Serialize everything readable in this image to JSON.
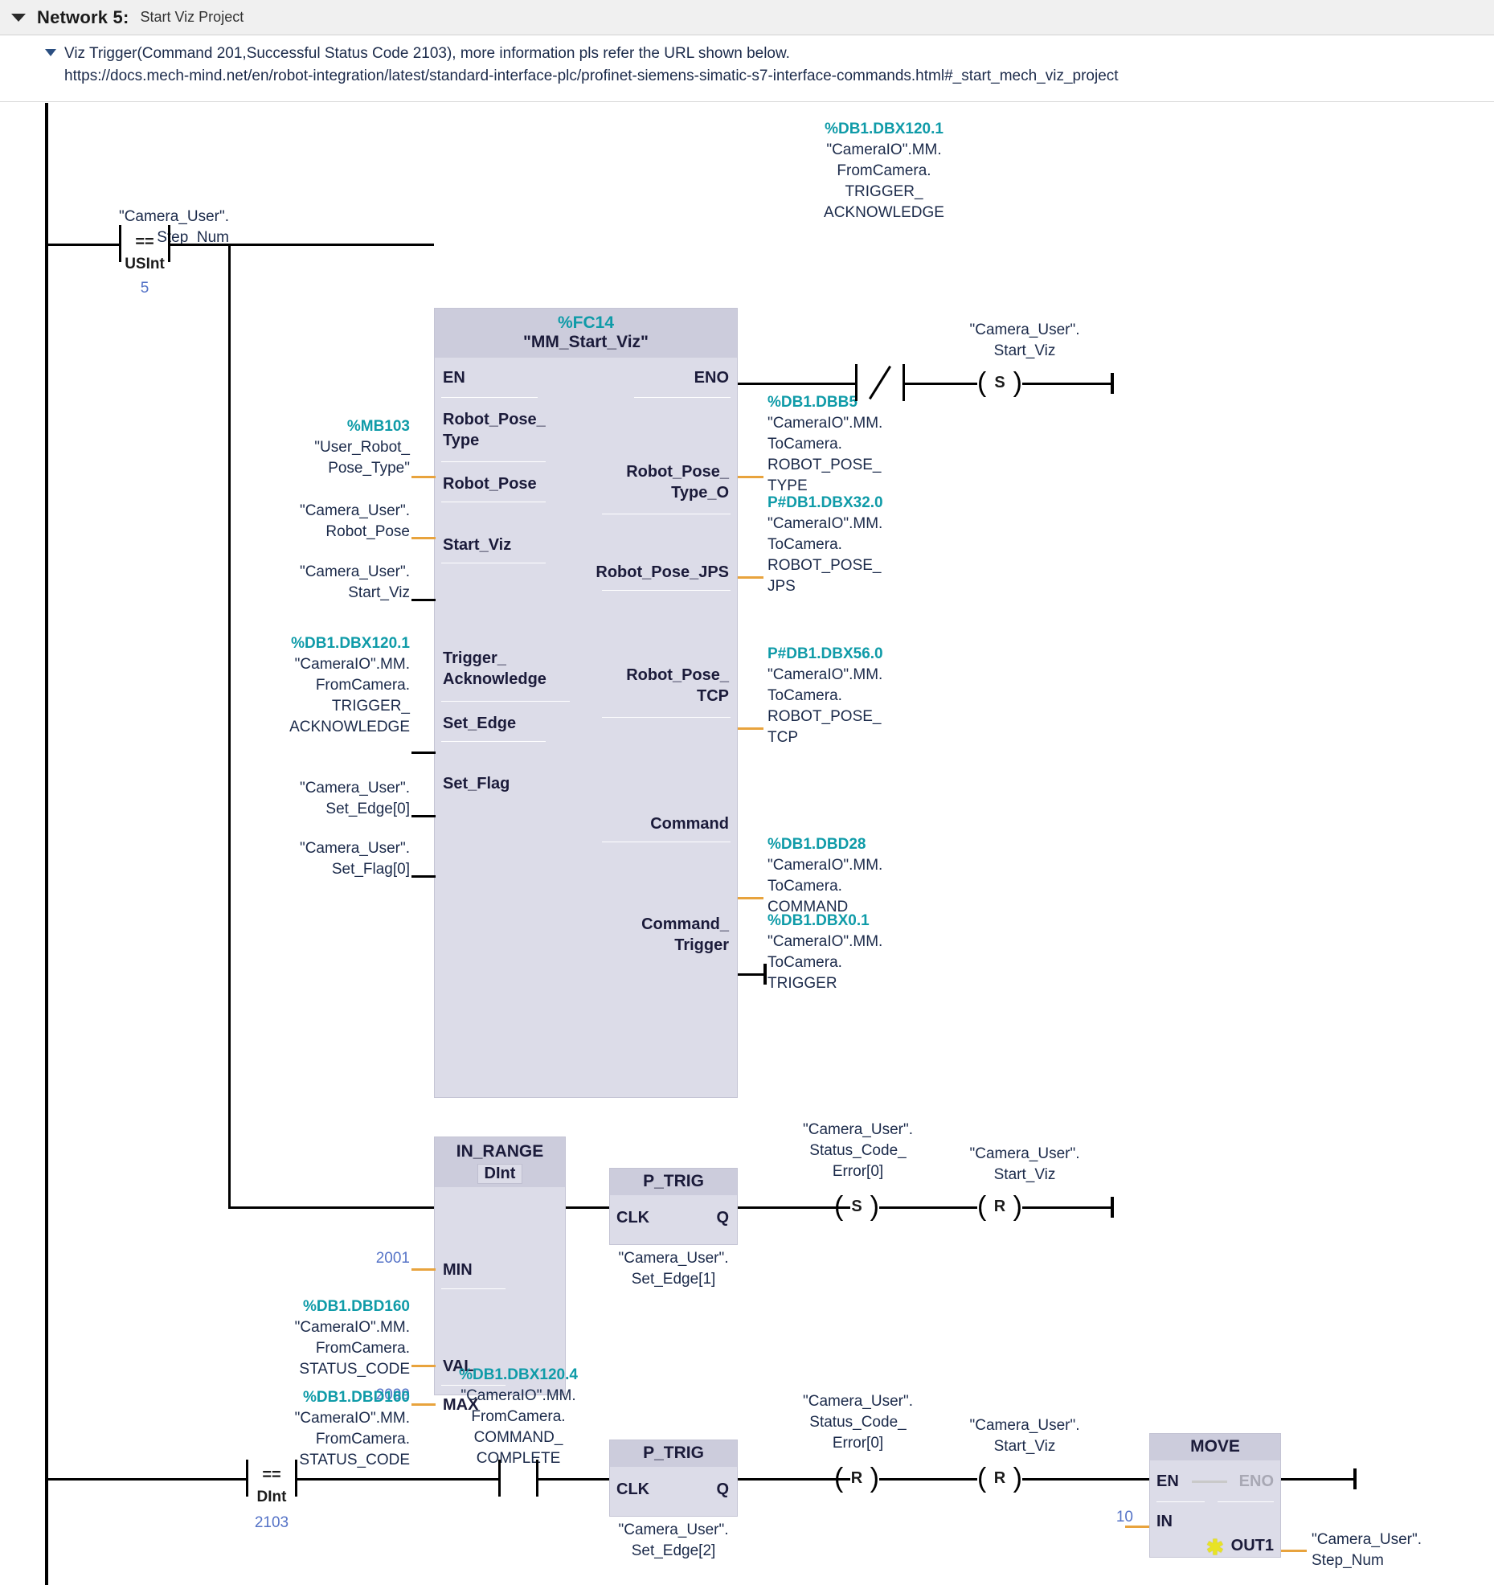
{
  "header": {
    "network_label": "Network 5:",
    "network_name": "Start Viz Project",
    "collapse_icon": "triangle-down-icon"
  },
  "comment": {
    "toggle_icon": "triangle-down-icon",
    "line1": "Viz Trigger(Command 201,Successful Status Code 2103), more information pls refer the URL shown below.",
    "line2": "https://docs.mech-mind.net/en/robot-integration/latest/standard-interface-plc/profinet-siemens-simatic-s7-interface-commands.html#_start_mech_viz_project"
  },
  "rung1": {
    "compare_contact": {
      "operand_line1": "\"Camera_User\".",
      "operand_line2": "Step_Num",
      "op": "==",
      "type": "USInt",
      "value": "5"
    },
    "fc_block": {
      "number": "%FC14",
      "name": "\"MM_Start_Viz\"",
      "en": "EN",
      "eno": "ENO",
      "inputs": [
        {
          "pin": "Robot_Pose_\nType",
          "operand": "%MB103\n\"User_Robot_\nPose_Type\"",
          "addr": "%MB103"
        },
        {
          "pin": "Robot_Pose",
          "operand": "\"Camera_User\".\nRobot_Pose",
          "addr": ""
        },
        {
          "pin": "Start_Viz",
          "operand": "\"Camera_User\".\nStart_Viz",
          "addr": ""
        },
        {
          "pin": "Trigger_\nAcknowledge",
          "operand": "%DB1.DBX120.1\n\"CameraIO\".MM.\nFromCamera.\nTRIGGER_\nACKNOWLEDGE",
          "addr": "%DB1.DBX120.1"
        },
        {
          "pin": "Set_Edge",
          "operand": "\"Camera_User\".\nSet_Edge[0]",
          "addr": ""
        },
        {
          "pin": "Set_Flag",
          "operand": "\"Camera_User\".\nSet_Flag[0]",
          "addr": ""
        }
      ],
      "outputs": [
        {
          "pin": "Robot_Pose_\nType_O",
          "addr": "%DB1.DBB5",
          "operand": "\"CameraIO\".MM.\nToCamera.\nROBOT_POSE_\nTYPE"
        },
        {
          "pin": "Robot_Pose_JPS",
          "addr": "P#DB1.DBX32.0",
          "operand": "\"CameraIO\".MM.\nToCamera.\nROBOT_POSE_\nJPS"
        },
        {
          "pin": "Robot_Pose_\nTCP",
          "addr": "P#DB1.DBX56.0",
          "operand": "\"CameraIO\".MM.\nToCamera.\nROBOT_POSE_\nTCP"
        },
        {
          "pin": "Command",
          "addr": "%DB1.DBD28",
          "operand": "\"CameraIO\".MM.\nToCamera.\nCOMMAND"
        },
        {
          "pin": "Command_\nTrigger",
          "addr": "%DB1.DBX0.1",
          "operand": "\"CameraIO\".MM.\nToCamera.\nTRIGGER"
        }
      ]
    },
    "nc_contact": {
      "addr": "%DB1.DBX120.1",
      "operand": "\"CameraIO\".MM.\nFromCamera.\nTRIGGER_\nACKNOWLEDGE"
    },
    "set_coil": {
      "operand": "\"Camera_User\".\nStart_Viz",
      "letter": "S"
    }
  },
  "rung2": {
    "in_range": {
      "title": "IN_RANGE",
      "type": "DInt",
      "min_pin": "MIN",
      "min_value": "2001",
      "val_pin": "VAL",
      "val_addr": "%DB1.DBD160",
      "val_operand": "\"CameraIO\".MM.\nFromCamera.\nSTATUS_CODE",
      "max_pin": "MAX",
      "max_value": "2099"
    },
    "p_trig": {
      "title": "P_TRIG",
      "clk": "CLK",
      "q": "Q",
      "instance": "\"Camera_User\".\nSet_Edge[1]"
    },
    "coil_s": {
      "operand": "\"Camera_User\".\nStatus_Code_\nError[0]",
      "letter": "S"
    },
    "coil_r": {
      "operand": "\"Camera_User\".\nStart_Viz",
      "letter": "R"
    }
  },
  "rung3": {
    "compare_contact": {
      "addr": "%DB1.DBD160",
      "operand": "\"CameraIO\".MM.\nFromCamera.\nSTATUS_CODE",
      "op": "==",
      "type": "DInt",
      "value": "2103"
    },
    "no_contact": {
      "addr": "%DB1.DBX120.4",
      "operand": "\"CameraIO\".MM.\nFromCamera.\nCOMMAND_\nCOMPLETE"
    },
    "p_trig": {
      "title": "P_TRIG",
      "clk": "CLK",
      "q": "Q",
      "instance": "\"Camera_User\".\nSet_Edge[2]"
    },
    "coil_r1": {
      "operand": "\"Camera_User\".\nStatus_Code_\nError[0]",
      "letter": "R"
    },
    "coil_r2": {
      "operand": "\"Camera_User\".\nStart_Viz",
      "letter": "R"
    },
    "move": {
      "title": "MOVE",
      "en": "EN",
      "eno": "ENO",
      "in_pin": "IN",
      "in_value": "10",
      "out_pin": "OUT1",
      "out_operand": "\"Camera_User\".\nStep_Num",
      "star_icon": "asterisk-icon"
    }
  },
  "colors": {
    "address_teal": "#0f9ba8",
    "constant_blue": "#5573c7",
    "orange_wire": "#e8a33d",
    "block_fill": "#dcdce8",
    "block_header": "#ccccdc"
  }
}
